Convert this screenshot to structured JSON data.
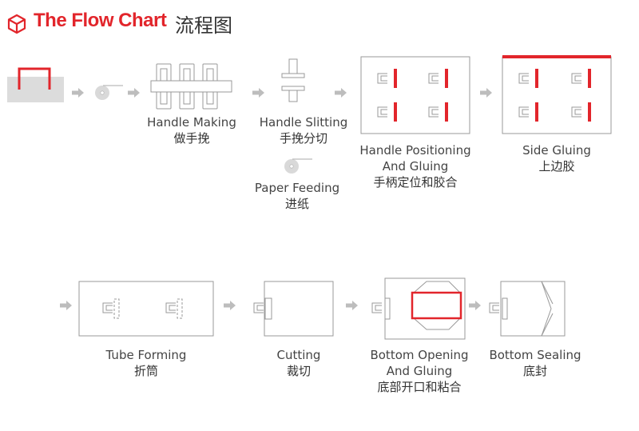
{
  "title": {
    "en": "The Flow Chart",
    "cn": "流程图"
  },
  "steps": [
    {
      "en": "Handle Making",
      "en2": "",
      "cn": "做手挽"
    },
    {
      "en": "Handle Slitting",
      "en2": "",
      "cn": "手挽分切"
    },
    {
      "en": "Paper Feeding",
      "en2": "",
      "cn": "进纸"
    },
    {
      "en": "Handle Positioning",
      "en2": "And Gluing",
      "cn": "手柄定位和胶合"
    },
    {
      "en": "Side Gluing",
      "en2": "",
      "cn": "上边胶"
    },
    {
      "en": "Tube Forming",
      "en2": "",
      "cn": "折筒"
    },
    {
      "en": "Cutting",
      "en2": "",
      "cn": "裁切"
    },
    {
      "en": "Bottom Opening",
      "en2": "And Gluing",
      "cn": "底部开口和粘合"
    },
    {
      "en": "Bottom Sealing",
      "en2": "",
      "cn": "底封"
    }
  ],
  "colors": {
    "accent": "#e2252b",
    "line": "#9a9a9a",
    "arrow": "#bdbdbd",
    "shade": "#dcdcdc"
  }
}
